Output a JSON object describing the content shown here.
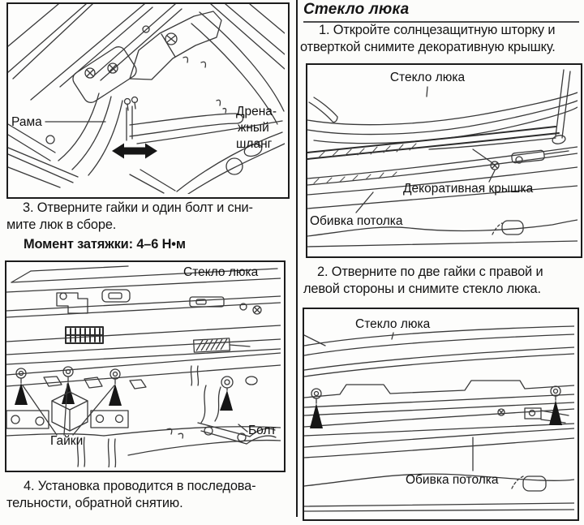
{
  "document": {
    "left_column": {
      "figure_hatch": {
        "labels": {
          "frame": "Рама",
          "drain1": "Дрена-",
          "drain2": "жный",
          "drain3": "шланг"
        }
      },
      "step3": {
        "line1": "3. Отверните гайки и один болт и сни-",
        "line2": "мите люк в сборе."
      },
      "torque_note": "Момент затяжки: 4–6 Н•м",
      "figure_fasteners": {
        "labels": {
          "glass": "Стекло люка",
          "nuts": "Гайки",
          "bolt": "Болт"
        }
      },
      "step4": {
        "line1": "4. Установка проводится в последова-",
        "line2": "тельности, обратной снятию."
      }
    },
    "right_column": {
      "heading": "Стекло люка",
      "step1": {
        "line1": "1. Откройте солнцезащитную шторку и",
        "line2": "отверткой снимите декоративную крышку."
      },
      "figure_cover": {
        "labels": {
          "glass": "Стекло люка",
          "cover": "Декоративная крышка",
          "headliner": "Обивка потолка"
        }
      },
      "step2": {
        "line1": "2. Отверните по две гайки с правой и",
        "line2": "левой стороны и снимите стекло люка."
      },
      "figure_glass": {
        "labels": {
          "glass": "Стекло люка",
          "headliner": "Обивка потолка"
        }
      }
    }
  }
}
